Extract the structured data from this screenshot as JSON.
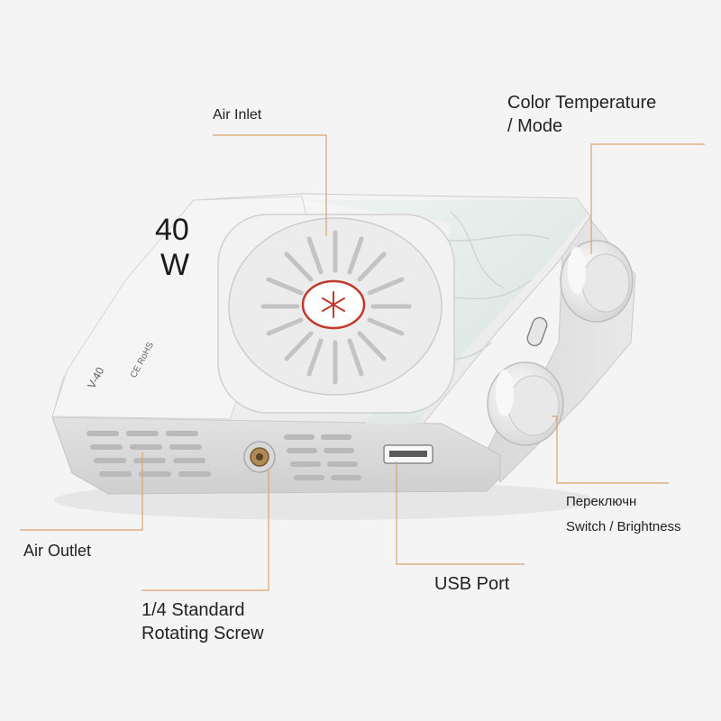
{
  "labels": {
    "air_inlet": "Air Inlet",
    "color_temp_line1": "Color Temperature",
    "color_temp_line2": "/ Mode",
    "power_value": "40",
    "power_unit": "W",
    "switch_ru": "Переключн",
    "switch_brightness": "Switch / Brightness",
    "air_outlet": "Air Outlet",
    "usb_port": "USB Port",
    "screw_line1": "1/4 Standard",
    "screw_line2": "Rotating Screw"
  },
  "device": {
    "model_text": "V-40",
    "cert_text": "CE RoHS"
  },
  "colors": {
    "leader_line": "#d9a56c",
    "background": "#f4f4f4",
    "body": "#e9e9e9",
    "marble": "#e3ece9",
    "badge_ring": "#c0392b"
  }
}
